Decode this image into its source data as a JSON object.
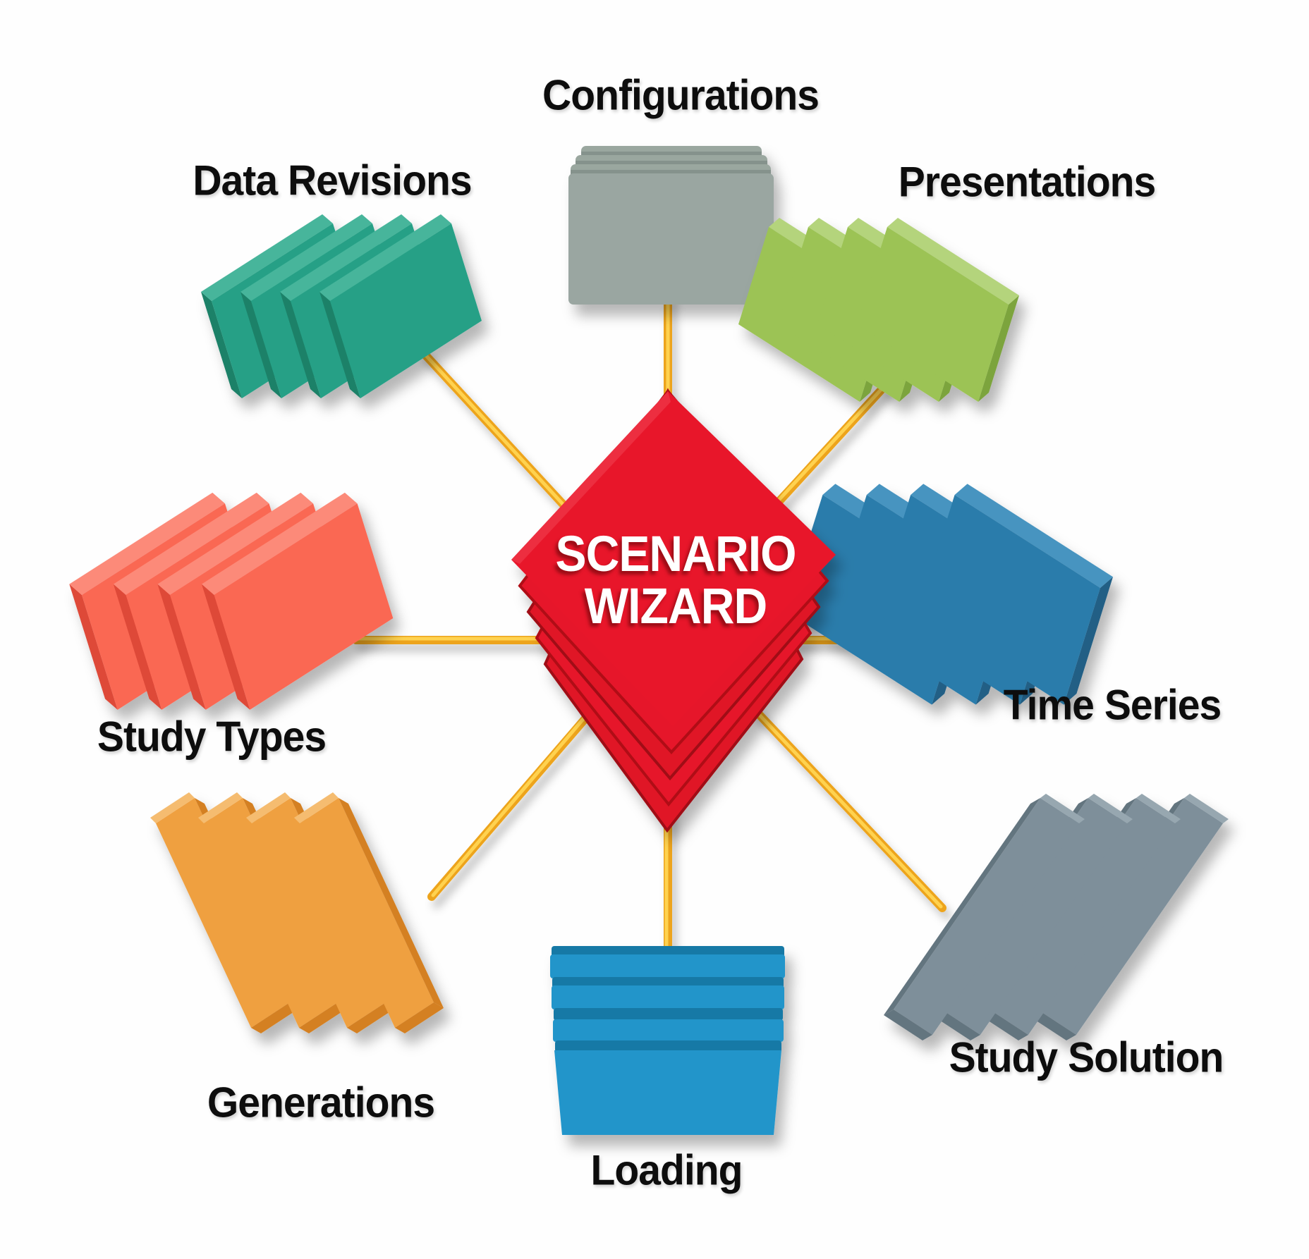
{
  "diagram": {
    "center": {
      "title_line1": "SCENARIO",
      "title_line2": "WIZARD",
      "color": "#e6172a"
    },
    "connector_color": "#f5b322",
    "background_color": "#fefefe",
    "nodes": [
      {
        "id": "configurations",
        "label": "Configurations",
        "position": "top",
        "color": "#9aa6a1",
        "icon": "stacked-cards-front"
      },
      {
        "id": "data-revisions",
        "label": "Data Revisions",
        "position": "top-left",
        "color": "#27a086",
        "icon": "tilted-cards-left"
      },
      {
        "id": "presentations",
        "label": "Presentations",
        "position": "top-right",
        "color": "#9cc355",
        "icon": "tilted-cards-right"
      },
      {
        "id": "study-types",
        "label": "Study Types",
        "position": "left",
        "color": "#fa6753",
        "icon": "tilted-cards-left"
      },
      {
        "id": "time-series",
        "label": "Time Series",
        "position": "right",
        "color": "#2b7cab",
        "icon": "tilted-cards-right"
      },
      {
        "id": "generations",
        "label": "Generations",
        "position": "bottom-left",
        "color": "#efa041",
        "icon": "edge-on-cards-left"
      },
      {
        "id": "study-solution",
        "label": "Study Solution",
        "position": "bottom-right",
        "color": "#7e8f9a",
        "icon": "edge-on-cards-right"
      },
      {
        "id": "loading",
        "label": "Loading",
        "position": "bottom",
        "color": "#2295ca",
        "icon": "stacked-trays-front"
      }
    ]
  }
}
